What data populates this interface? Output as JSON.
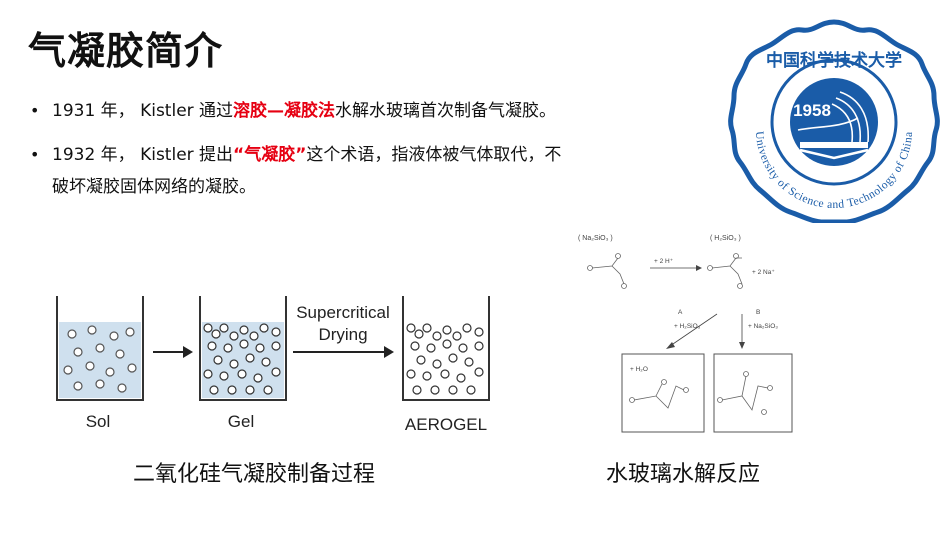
{
  "slide": {
    "title": "气凝胶简介",
    "bullets": [
      {
        "pre": "1931 年， Kistler 通过",
        "highlight": "溶胶—凝胶法",
        "post": "水解水玻璃首次制备气凝胶。"
      },
      {
        "pre": "1932 年， Kistler 提出",
        "highlight": "“气凝胶”",
        "post": "这个术语，指液体被气体取代，不破坏凝胶固体网络的凝胶。"
      }
    ],
    "bullet_symbol": "•"
  },
  "process_diagram": {
    "labels": [
      "Sol",
      "Gel",
      "AEROGEL"
    ],
    "step_label_line1": "Supercritical",
    "step_label_line2": "Drying"
  },
  "chemistry_diagram": {
    "top_left": "( Na₂SiO₃ )",
    "top_right": "( H₂SiO₃ )",
    "reagent_top": "+ 2 H⁺",
    "product_top": "+ 2 Na⁺",
    "route_a_label": "A",
    "route_a_reagent": "+ H₂SiO₃",
    "route_b_label": "B",
    "route_b_reagent": "+ Na₂SiO₃",
    "box_a_text": "+ H₂O"
  },
  "logo": {
    "year": "1958",
    "ring_text": "University of Science and Technology of China",
    "seal_text": "中国科学技术大学",
    "color": "#1a5ca8"
  },
  "captions": {
    "left": "二氧化硅气凝胶制备过程",
    "right": "水玻璃水解反应"
  },
  "colors": {
    "highlight": "#e60012",
    "liquid": "#cfe0ee"
  }
}
